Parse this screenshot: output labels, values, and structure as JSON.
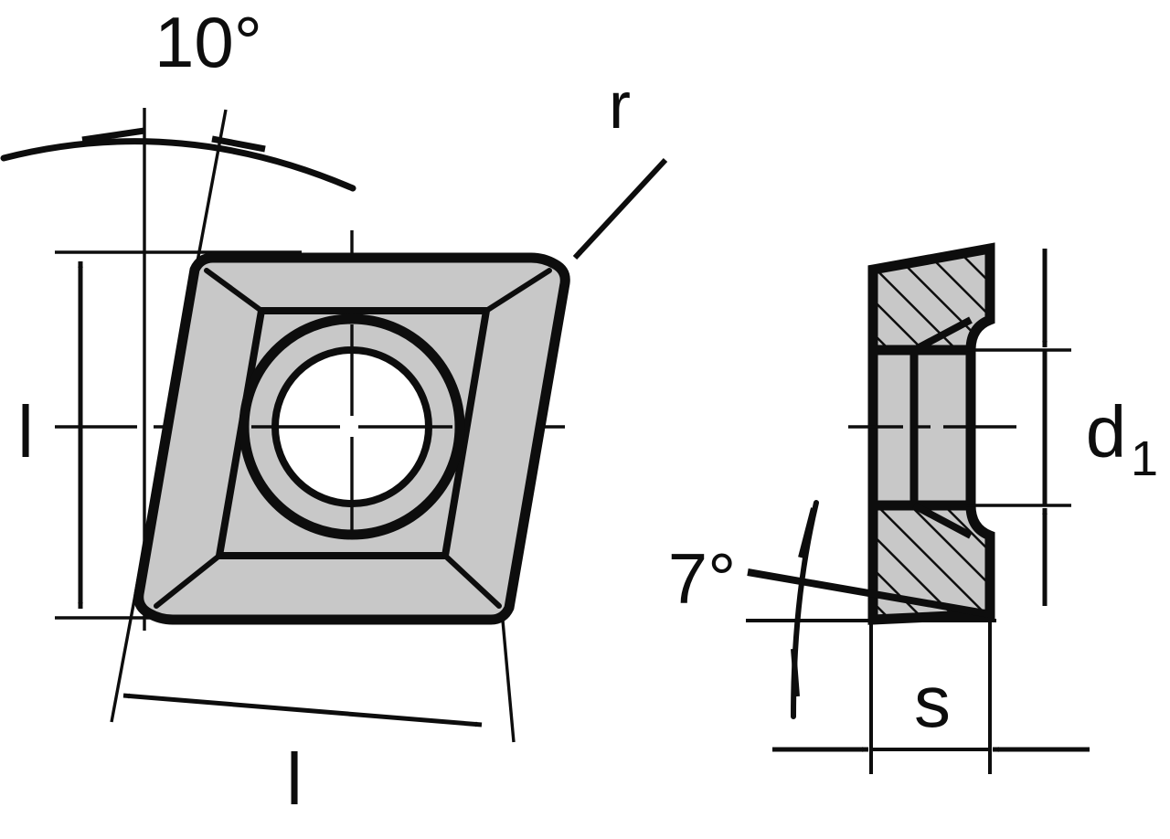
{
  "drawing": {
    "title": "Cutting Insert Dimensional Drawing",
    "type": "engineering-orthographic",
    "background_color": "#ffffff",
    "line_color": "#0d0d0d",
    "fill_color": "#c8c8c8",
    "views": [
      {
        "name": "top-view",
        "description": "Rhombic (80 degree) insert plan view with center bore"
      },
      {
        "name": "side-view",
        "description": "Sectional side view with hatching showing thickness and bore"
      }
    ]
  },
  "labels": {
    "angle_rake": "10°",
    "corner_radius": "r",
    "length_vertical": "l",
    "length_horizontal": "l",
    "angle_clearance": "7°",
    "bore_diameter": "d",
    "bore_diameter_subscript": "1",
    "thickness": "s"
  },
  "dimensions": {
    "rake_angle_value": 10,
    "clearance_angle_value": 7,
    "included_angle_value": 80,
    "units": "degrees"
  },
  "annotations": [
    {
      "name": "rake-angle-arc",
      "label": "10°",
      "style": "arc-with-double-arrow"
    },
    {
      "name": "corner-radius-leader",
      "label": "r",
      "style": "leader-arrow"
    },
    {
      "name": "height-dimension",
      "label": "l",
      "style": "double-headed-arrow-vertical"
    },
    {
      "name": "width-dimension",
      "label": "l",
      "style": "double-headed-arrow-inclined"
    },
    {
      "name": "clearance-angle-arc",
      "label": "7°",
      "style": "arc-with-double-arrow"
    },
    {
      "name": "bore-diameter-dimension",
      "label": "d1",
      "style": "outside-arrows-vertical"
    },
    {
      "name": "thickness-dimension",
      "label": "s",
      "style": "outside-arrows-horizontal"
    }
  ]
}
